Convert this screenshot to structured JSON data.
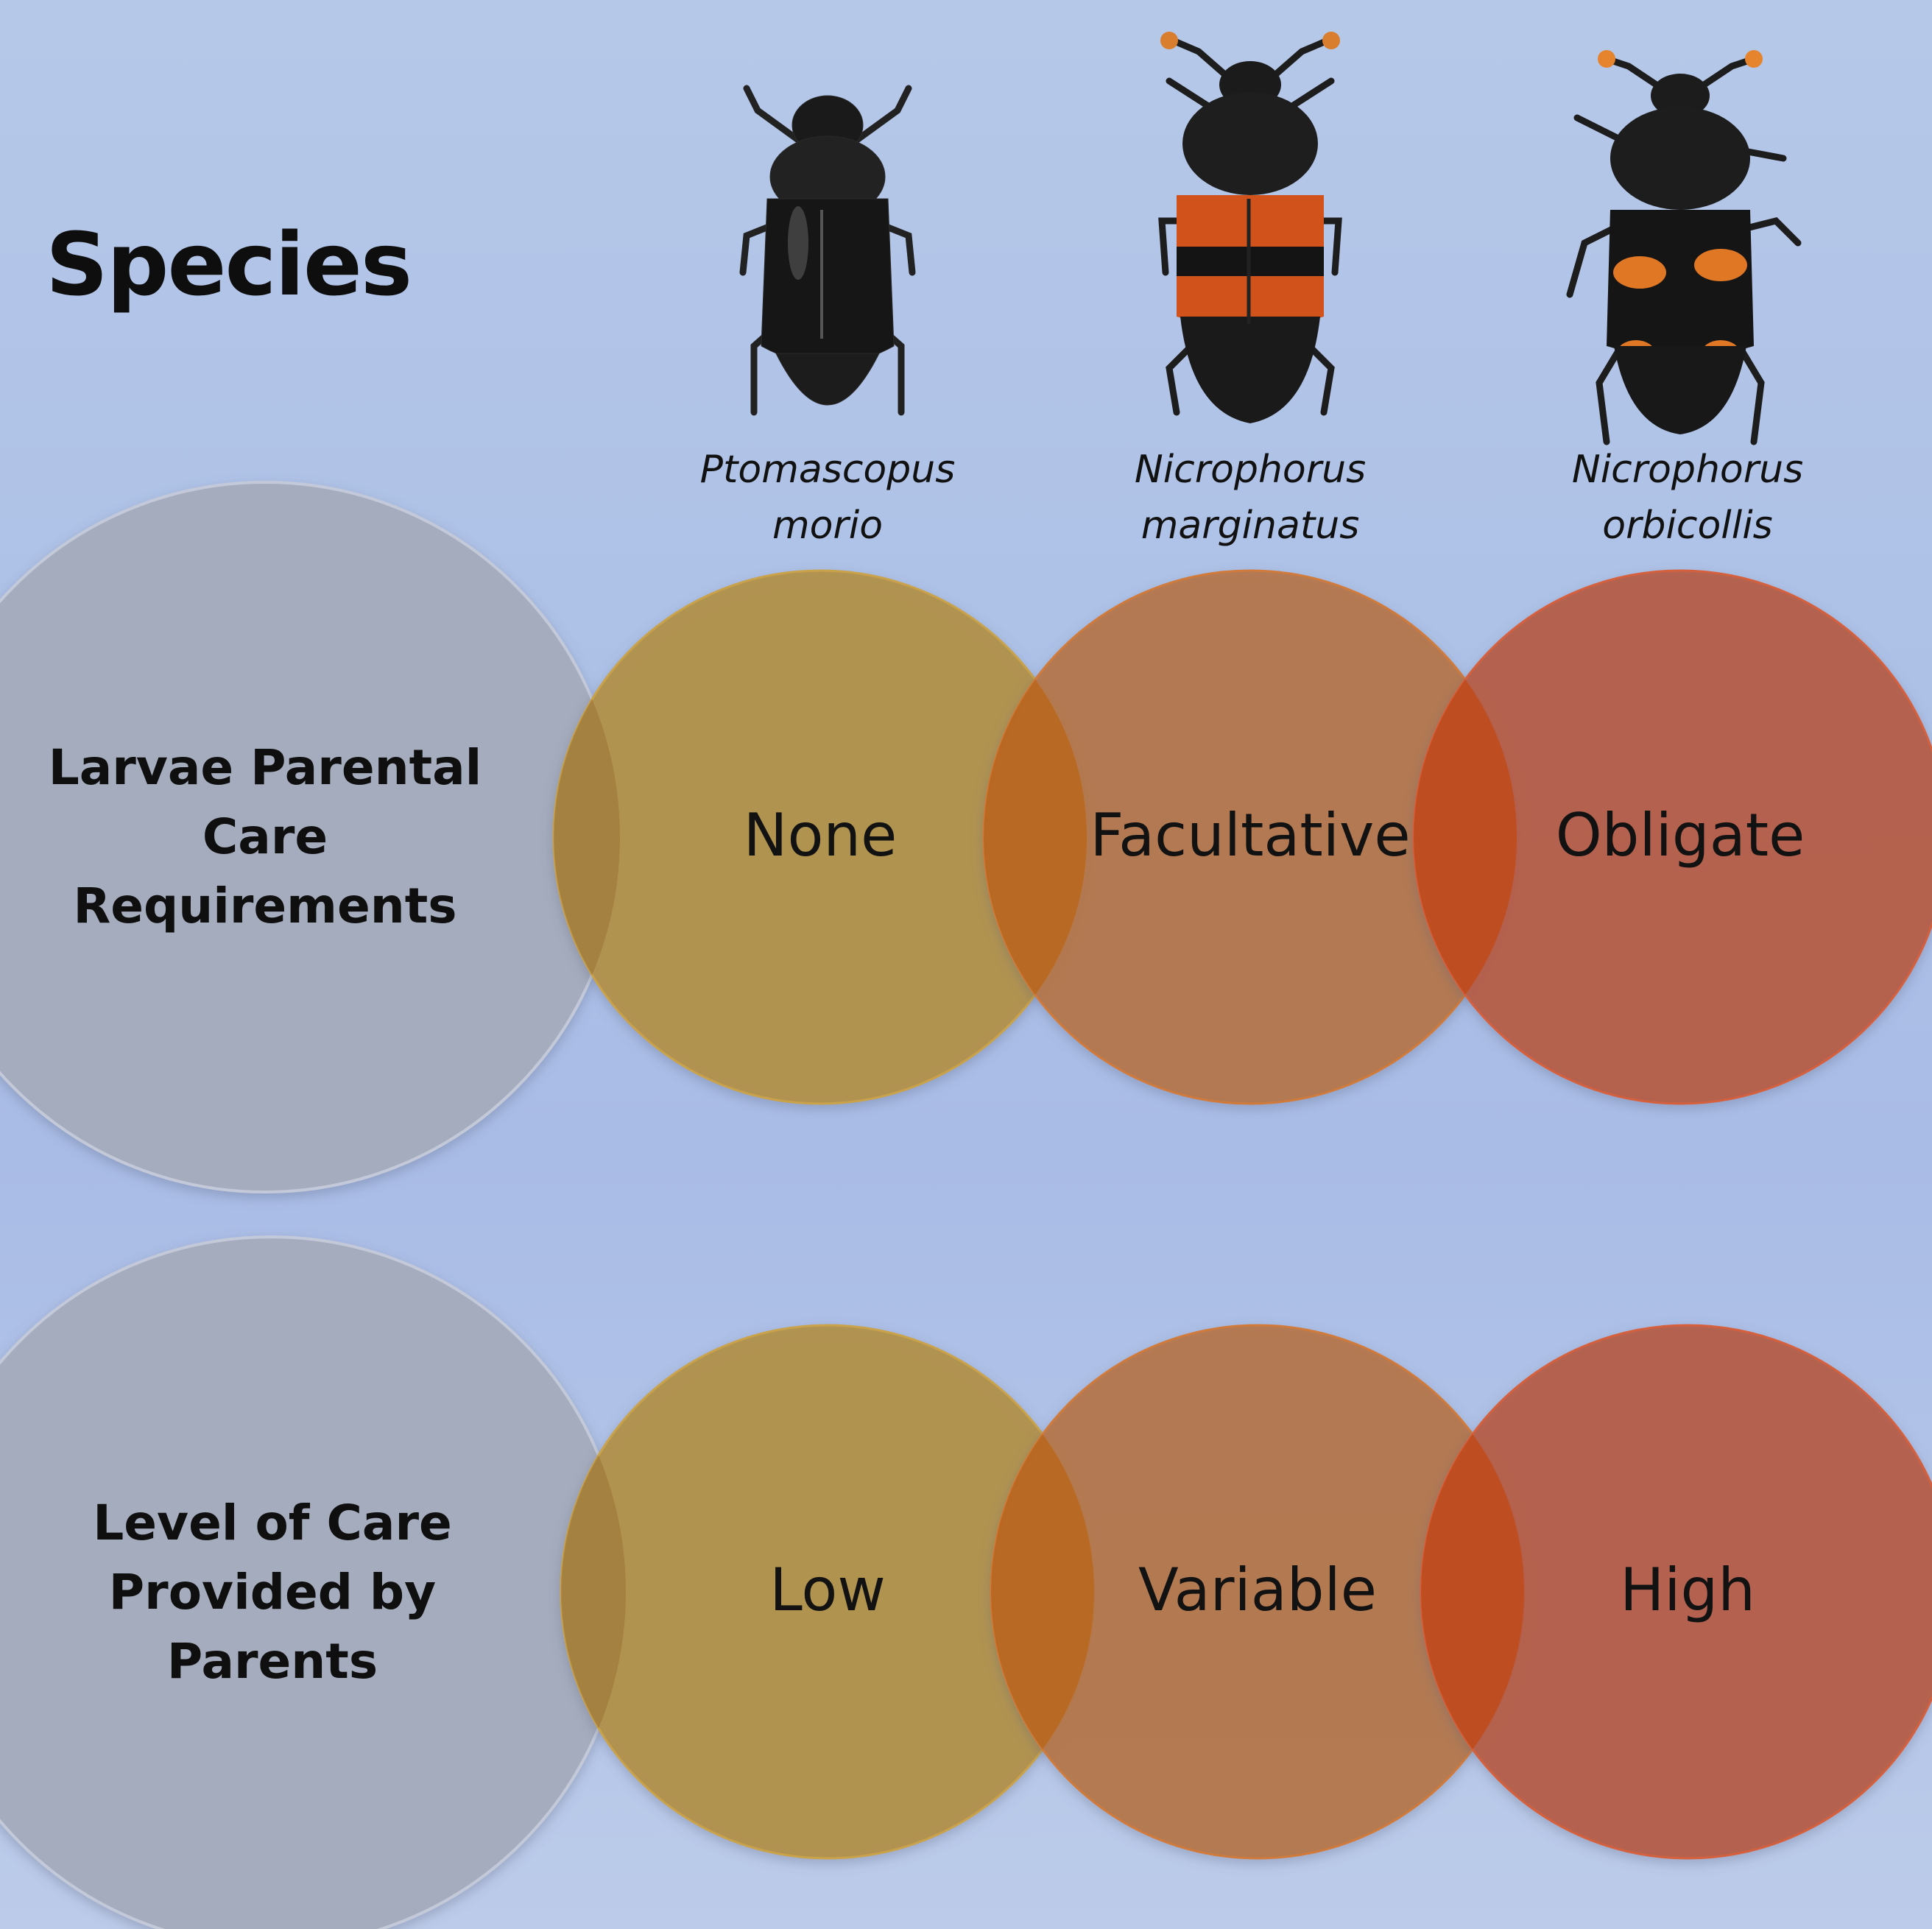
{
  "title": "Species",
  "species": [
    {
      "name": "Ptomascopus\nmorio",
      "pattern": "black"
    },
    {
      "name": "Nicrophorus\nmarginatus",
      "pattern": "orange-black-bands"
    },
    {
      "name": "Nicrophorus\norbicollis",
      "pattern": "black-orange-spots"
    }
  ],
  "rows": [
    {
      "label": "Larvae Parental\nCare\nRequirements",
      "values": [
        "None",
        "Facultative",
        "Obligate"
      ]
    },
    {
      "label": "Level of Care\nProvided by\nParents",
      "values": [
        "Low",
        "Variable",
        "High"
      ]
    }
  ],
  "colors": {
    "label_circle": "#a5acbd",
    "circle_1": "#b2924c",
    "circle_2": "#b57548",
    "circle_3": "#b65d47"
  }
}
